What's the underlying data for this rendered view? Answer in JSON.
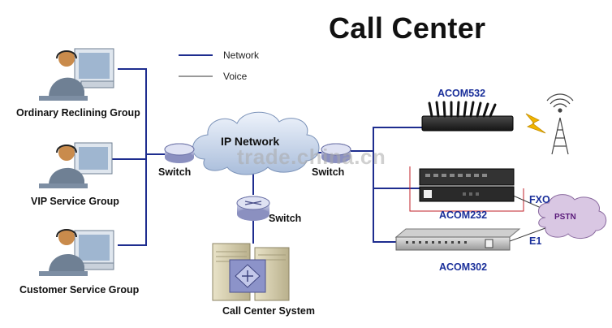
{
  "title": "Call Center",
  "legend": {
    "network": "Network",
    "voice": "Voice"
  },
  "groups": {
    "ordinary": "Ordinary Reclining Group",
    "vip": "VIP Service Group",
    "customer": "Customer Service Group"
  },
  "network": {
    "cloud": "IP Network",
    "switch_left": "Switch",
    "switch_right": "Switch",
    "switch_center": "Switch",
    "system": "Call Center System"
  },
  "devices": {
    "acom532": "ACOM532",
    "acom232": "ACOM232",
    "acom302": "ACOM302",
    "fxo": "FXO",
    "e1": "E1",
    "pstn": "PSTN"
  },
  "watermark": "trade.china.cn",
  "colors": {
    "network_line": "#1e2d8f",
    "voice_line": "#c0202a",
    "device_label": "#1a2f9a"
  }
}
